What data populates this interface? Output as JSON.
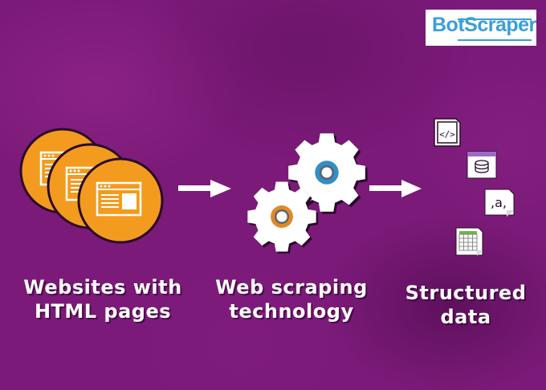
{
  "logo": {
    "text": "BotScraper"
  },
  "steps": [
    {
      "line1": "Websites with",
      "line2": "HTML pages"
    },
    {
      "line1": "Web scraping",
      "line2": "technology"
    },
    {
      "line1": "Structured",
      "line2": "data"
    }
  ],
  "icons": {
    "code": "</>",
    "text": ",a,"
  },
  "colors": {
    "background": "#7b1a79",
    "circle": "#f39b1e",
    "gear": "#ffffff",
    "gear_ring_blue": "#2f8fc7",
    "gear_ring_orange": "#e0892b",
    "logo": "#3a9fd8"
  }
}
